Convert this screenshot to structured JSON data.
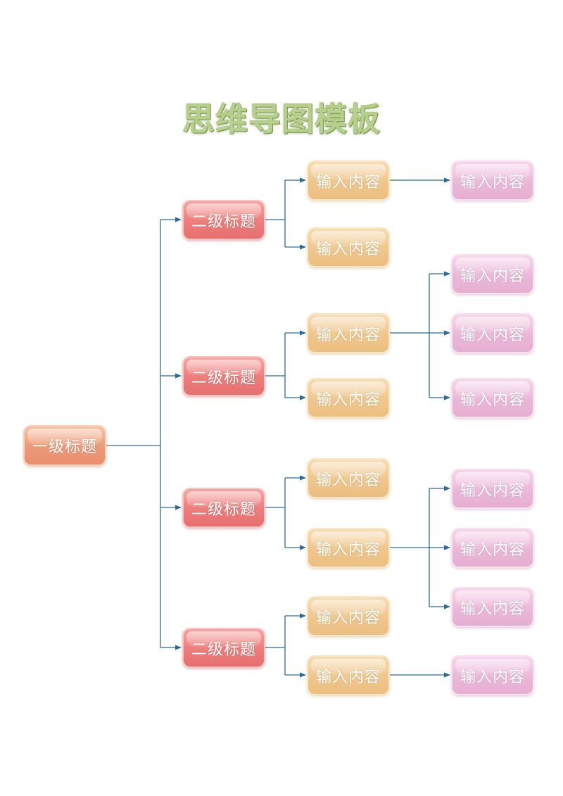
{
  "title": "思维导图模板",
  "root": {
    "label": "一级标题"
  },
  "branches": [
    {
      "label": "二级标题",
      "items": [
        {
          "label": "输入内容",
          "children": [
            {
              "label": "输入内容"
            }
          ]
        },
        {
          "label": "输入内容",
          "children": []
        }
      ]
    },
    {
      "label": "二级标题",
      "items": [
        {
          "label": "输入内容",
          "children": [
            {
              "label": "输入内容"
            },
            {
              "label": "输入内容"
            },
            {
              "label": "输入内容"
            }
          ]
        },
        {
          "label": "输入内容",
          "children": []
        }
      ]
    },
    {
      "label": "二级标题",
      "items": [
        {
          "label": "输入内容",
          "children": []
        },
        {
          "label": "输入内容",
          "children": [
            {
              "label": "输入内容"
            },
            {
              "label": "输入内容"
            },
            {
              "label": "输入内容"
            }
          ]
        }
      ]
    },
    {
      "label": "二级标题",
      "items": [
        {
          "label": "输入内容",
          "children": []
        },
        {
          "label": "输入内容",
          "children": [
            {
              "label": "输入内容"
            }
          ]
        }
      ]
    }
  ],
  "colors": {
    "connector": "#2f6b9a",
    "title": "#b6cf8a",
    "level1": "#eb9a78",
    "level2": "#ec7d7b",
    "level3": "#efc68c",
    "level4": "#eab8d8"
  }
}
